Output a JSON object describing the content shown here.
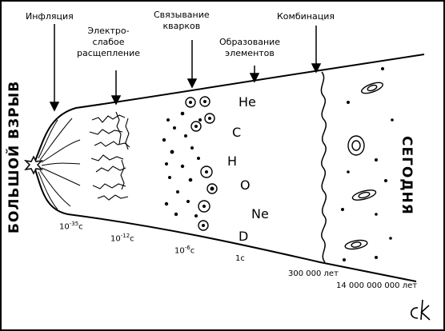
{
  "labels": {
    "big_bang": "БОЛЬШОЙ ВЗРЫВ",
    "today": "СЕГОДНЯ",
    "inflation": "Инфляция",
    "electroweak": [
      "Электро-",
      "слабое",
      "расщепление"
    ],
    "quark_binding": [
      "Связывание",
      "кварков"
    ],
    "element_formation": [
      "Образование",
      "элементов"
    ],
    "combination": "Комбинация"
  },
  "time_marks": [
    {
      "base": "10",
      "exp": "-35",
      "unit": "c"
    },
    {
      "base": "10",
      "exp": "-12",
      "unit": "c"
    },
    {
      "base": "10",
      "exp": "-6",
      "unit": "c"
    },
    {
      "base": "1",
      "exp": "",
      "unit": "c"
    }
  ],
  "year_marks": {
    "recombination": "300 000 лет",
    "today": "14 000 000 000 лет"
  },
  "elements": [
    "He",
    "C",
    "H",
    "O",
    "Ne",
    "D"
  ],
  "signature": "ck"
}
